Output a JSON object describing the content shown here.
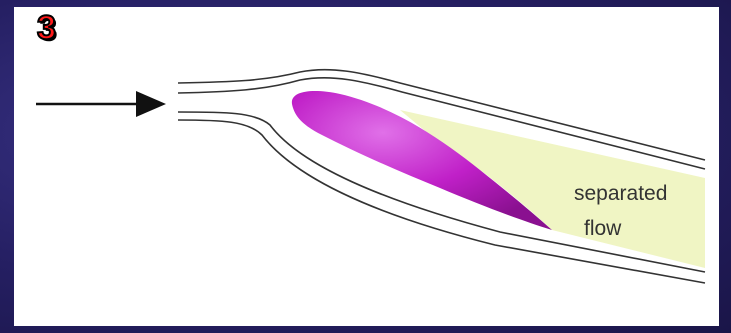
{
  "slide": {
    "number": "3"
  },
  "diagram": {
    "separated_flow_label_line1": "separated",
    "separated_flow_label_line2": "flow"
  },
  "colors": {
    "airfoil": "#c020c8",
    "separated_region": "#f0f5c4",
    "streamline": "#333333",
    "slide_number": "#ff1a1a"
  }
}
